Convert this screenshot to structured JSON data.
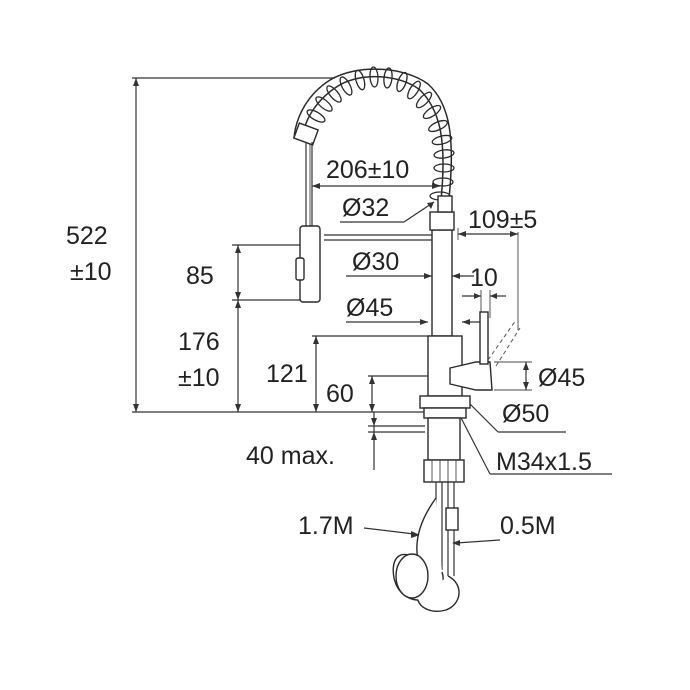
{
  "dimensions": {
    "total_height_a": "522",
    "total_height_b": "±10",
    "reach": "206±10",
    "spout_dia": "Ø32",
    "lever_reach": "109±5",
    "upper_dia": "Ø30",
    "lever_offset": "10",
    "sprayhead_len": "85",
    "body_dia_top": "Ø45",
    "spout_height_a": "176",
    "spout_height_b": "±10",
    "body_height": "121",
    "handle_dia": "Ø45",
    "base_height": "60",
    "flange_dia": "Ø50",
    "max_deck": "40 max.",
    "thread": "M34x1.5",
    "hose_long": "1.7M",
    "hose_short": "0.5M"
  }
}
